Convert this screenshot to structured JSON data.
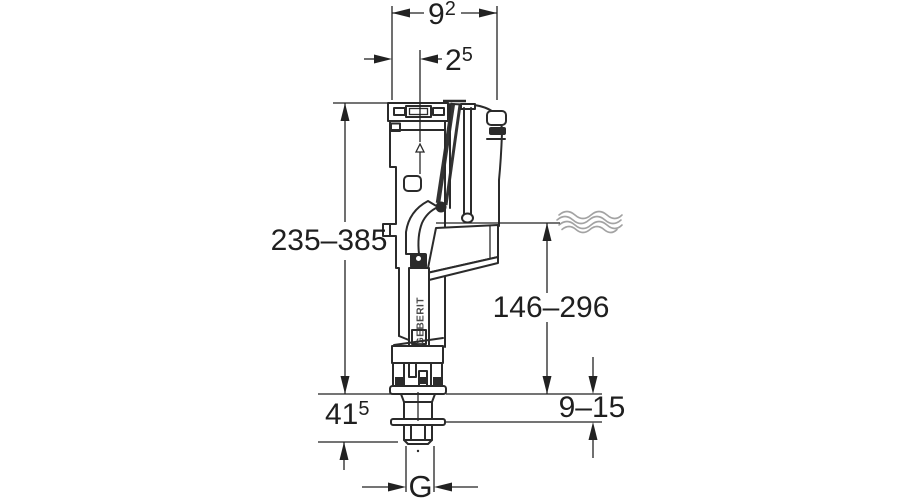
{
  "figure": {
    "type": "technical-dimension-drawing",
    "subject": "concealed cistern fill valve",
    "brand_label_vertical": "GEBERIT",
    "colors": {
      "background": "#ffffff",
      "line": "#2b2b2b",
      "dimension": "#222222",
      "water_wave": "#a3a3a3"
    },
    "icons": {
      "water_level": "wave-icon"
    },
    "dimensions": {
      "top_width": {
        "base": "9",
        "sup": "2"
      },
      "inlet_offset": {
        "base": "2",
        "sup": "5"
      },
      "overall_height_range": "235–385",
      "water_level_height_range": "146–296",
      "shank_length": {
        "base": "41",
        "sup": "5"
      },
      "wall_thickness_range": "9–15",
      "thread_size": "G"
    }
  }
}
